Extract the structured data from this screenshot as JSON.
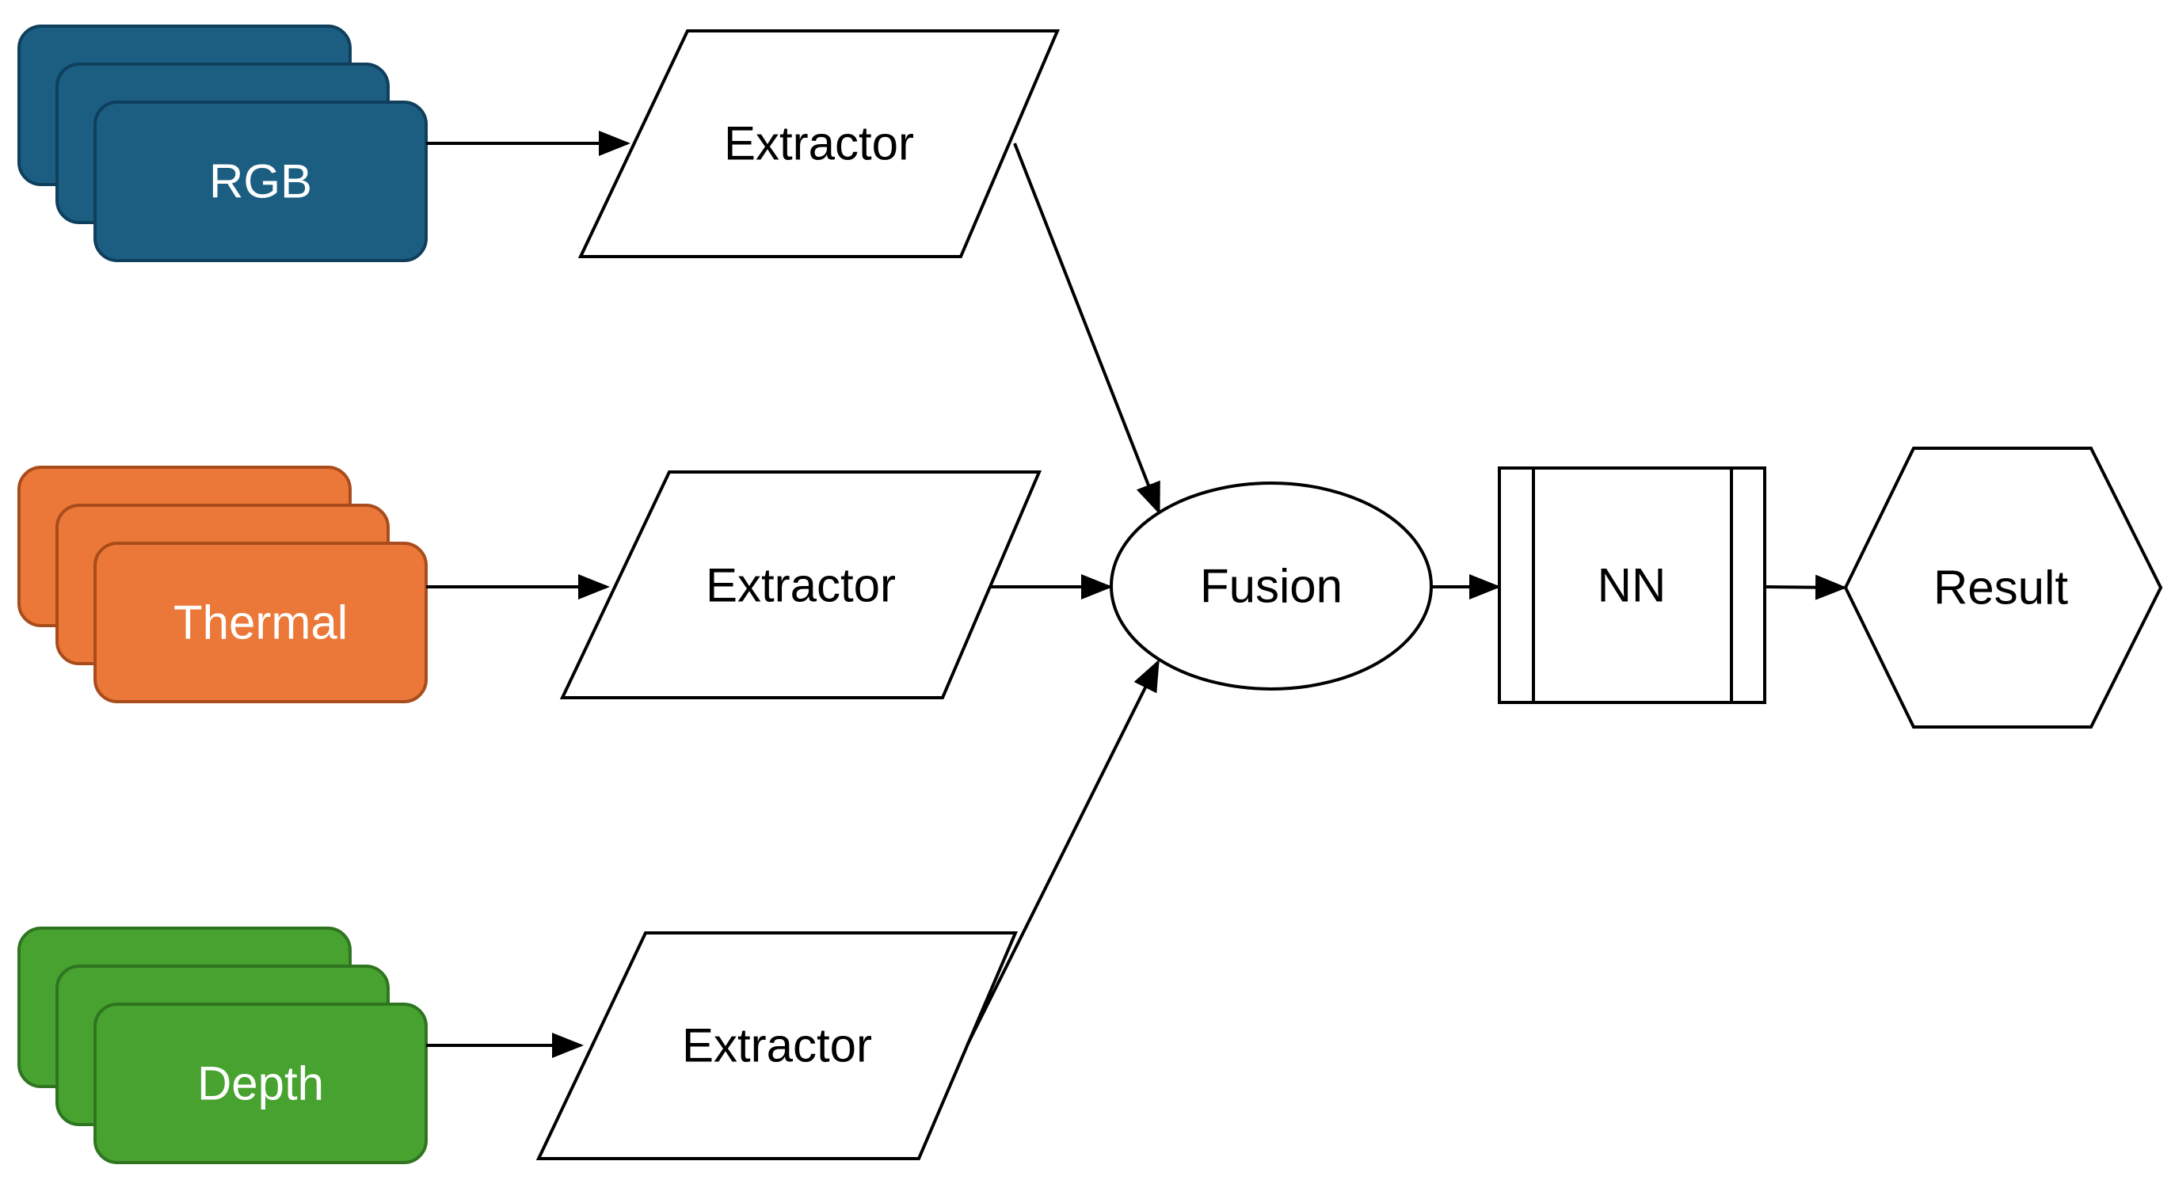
{
  "inputs": [
    {
      "label": "RGB",
      "fill": "#1b5e82",
      "stroke": "#0f3f5c",
      "text_color": "#ffffff"
    },
    {
      "label": "Thermal",
      "fill": "#eb7838",
      "stroke": "#a84c1c",
      "text_color": "#ffffff"
    },
    {
      "label": "Depth",
      "fill": "#47a230",
      "stroke": "#2f7520",
      "text_color": "#ffffff"
    }
  ],
  "extractors": [
    {
      "label": "Extractor"
    },
    {
      "label": "Extractor"
    },
    {
      "label": "Extractor"
    }
  ],
  "fusion": {
    "label": "Fusion"
  },
  "nn": {
    "label": "NN"
  },
  "result": {
    "label": "Result"
  },
  "colors": {
    "line": "#000000",
    "shape_fill": "#ffffff"
  }
}
